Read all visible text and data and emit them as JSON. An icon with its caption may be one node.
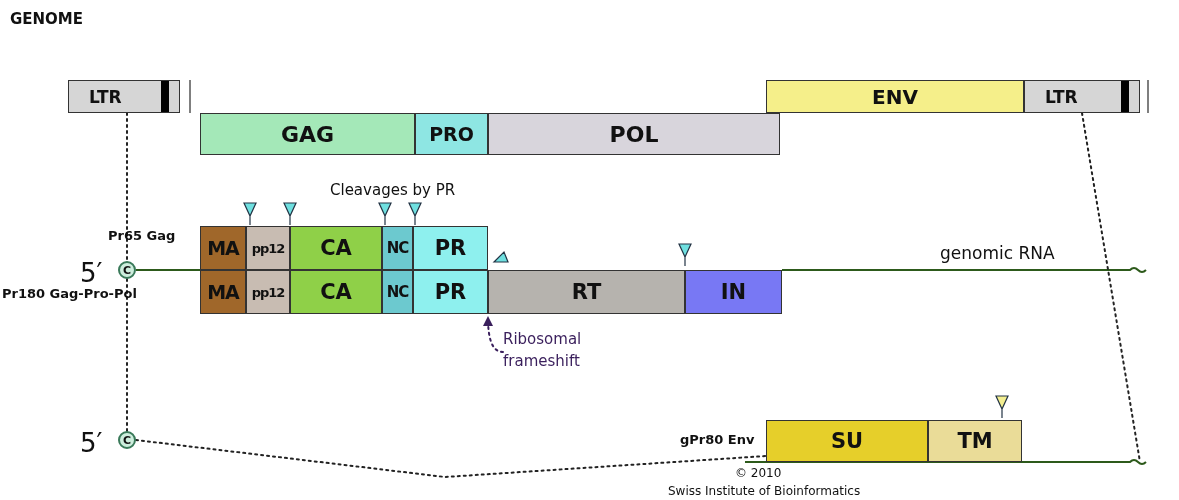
{
  "diagram": {
    "title": "GENOME",
    "nodes": [
      {
        "text": [
          "LTR"
        ]
      },
      {
        "text": [
          "ENV"
        ]
      },
      {
        "text": [
          "LTR"
        ]
      },
      {
        "text": [
          "GAG"
        ]
      },
      {
        "text": [
          "PRO"
        ]
      },
      {
        "text": [
          "POL"
        ]
      },
      {
        "text": [
          "MA"
        ]
      },
      {
        "text": [
          "pp12"
        ]
      },
      {
        "text": [
          "CA"
        ]
      },
      {
        "text": [
          "NC"
        ]
      },
      {
        "text": [
          "PR"
        ]
      },
      {
        "text": [
          "MA"
        ]
      },
      {
        "text": [
          "pp12"
        ]
      },
      {
        "text": [
          "CA"
        ]
      },
      {
        "text": [
          "NC"
        ]
      },
      {
        "text": [
          "PR"
        ]
      },
      {
        "text": [
          "RT"
        ]
      },
      {
        "text": [
          "IN"
        ]
      },
      {
        "text": [
          "C"
        ]
      },
      {
        "text": [
          "C"
        ]
      },
      {
        "text": [
          "SU"
        ]
      },
      {
        "text": [
          "TM"
        ]
      },
      {
        "text": [
          "Ribosomal frameshift"
        ]
      }
    ],
    "edges": [
      {
        "from": 0,
        "to": 18,
        "arrow": "none",
        "style": "dashed"
      },
      {
        "from": 18,
        "to": 6,
        "arrow": "none",
        "color": "#2d5a1b"
      },
      {
        "from": 18,
        "to": 19,
        "arrow": "none",
        "style": "dashed"
      },
      {
        "from": 2,
        "to": null,
        "arrow": "none",
        "style": "dashed"
      },
      {
        "from": 19,
        "to": 20,
        "arrow": "none",
        "style": "dashed"
      },
      {
        "from": 22,
        "to": null,
        "arrow": "to",
        "style": "dashed",
        "color": "#3a1f5c"
      }
    ],
    "labels": [
      "Cleavages by PR",
      "Pr65 Gag",
      "5′",
      "Pr180 Gag-Pro-Pol",
      "genomic RNA",
      "gPr80 Env",
      "5′",
      "© 2010",
      "Swiss Institute of Bioinformatics"
    ]
  }
}
